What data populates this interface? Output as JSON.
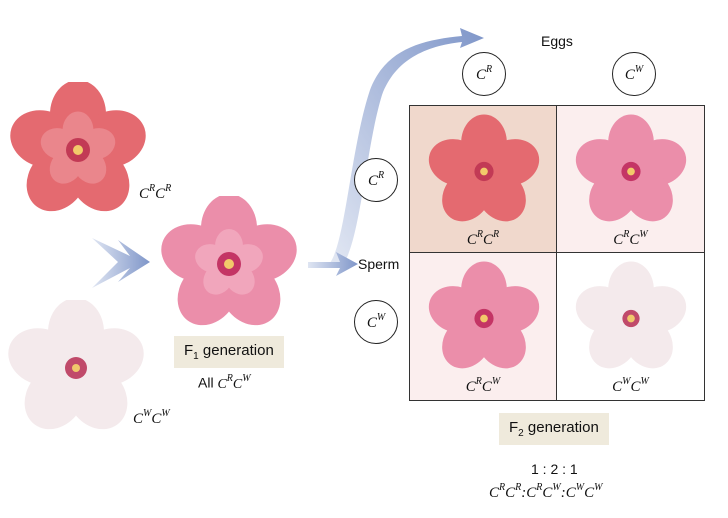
{
  "parents": {
    "red": {
      "genotype": {
        "c1": "C",
        "s1": "R",
        "c2": "C",
        "s2": "R"
      }
    },
    "white": {
      "genotype": {
        "c1": "C",
        "s1": "W",
        "c2": "C",
        "s2": "W"
      }
    }
  },
  "f1": {
    "box": {
      "prefix": "F",
      "sub": "1",
      "suffix": " generation"
    },
    "caption": {
      "prefix": "All ",
      "c1": "C",
      "s1": "R",
      "c2": "C",
      "s2": "W"
    }
  },
  "eggs_label": "Eggs",
  "sperm_label": "Sperm",
  "eggs": [
    {
      "c": "C",
      "s": "R"
    },
    {
      "c": "C",
      "s": "W"
    }
  ],
  "sperm": [
    {
      "c": "C",
      "s": "R"
    },
    {
      "c": "C",
      "s": "W"
    }
  ],
  "punnett": [
    {
      "c1": "C",
      "s1": "R",
      "c2": "C",
      "s2": "R"
    },
    {
      "c1": "C",
      "s1": "R",
      "c2": "C",
      "s2": "W"
    },
    {
      "c1": "C",
      "s1": "R",
      "c2": "C",
      "s2": "W"
    },
    {
      "c1": "C",
      "s1": "W",
      "c2": "C",
      "s2": "W"
    }
  ],
  "f2": {
    "box": {
      "prefix": "F",
      "sub": "2",
      "suffix": " generation"
    },
    "ratio": "1 : 2 : 1",
    "ratio_genotypes": [
      {
        "c1": "C",
        "s1": "R",
        "c2": "C",
        "s2": "R"
      },
      {
        "c1": "C",
        "s1": "R",
        "c2": "C",
        "s2": "W"
      },
      {
        "c1": "C",
        "s1": "W",
        "c2": "C",
        "s2": "W"
      }
    ],
    "separator": ":"
  },
  "colors": {
    "red_flower": "#e0606a",
    "pink_flower": "#e98aa8",
    "white_flower": "#f3e8ea",
    "arrow": "#8fa3cf",
    "cell_rr": "#f0d8cc",
    "cell_rw": "#fbeeee",
    "cell_ww": "#ffffff"
  }
}
